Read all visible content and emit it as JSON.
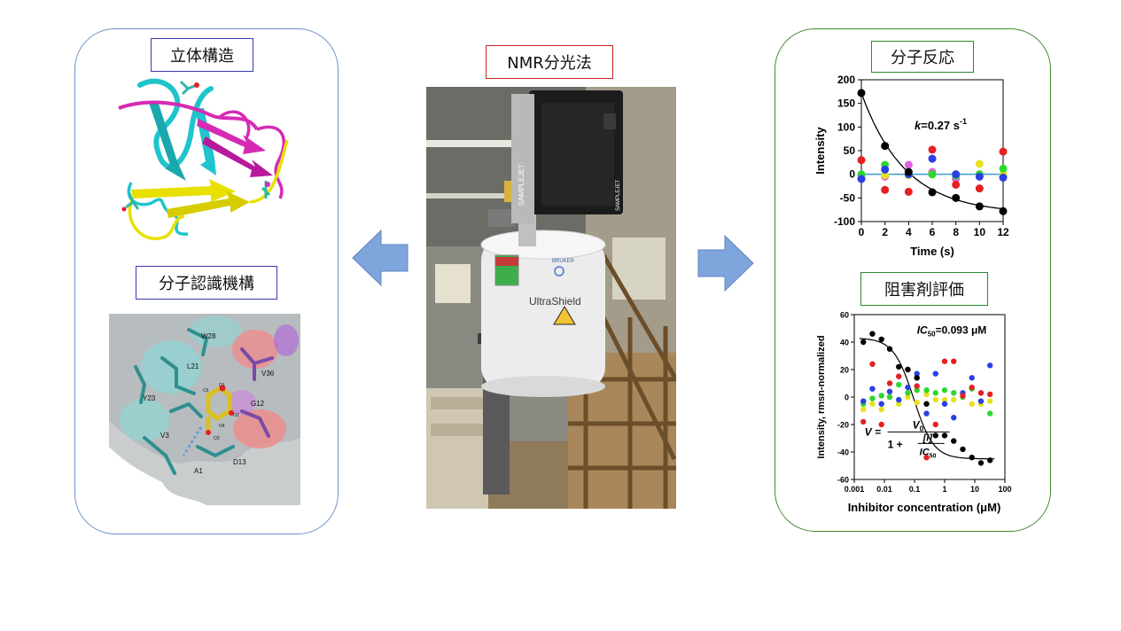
{
  "labels": {
    "structure": "立体構造",
    "recognition": "分子認識機構",
    "nmr": "NMR分光法",
    "reaction": "分子反応",
    "inhibitor": "阻害剤評価"
  },
  "photo_text": {
    "samplejet": "SAMPLEJET",
    "bruker": "BRUKER",
    "ultrashield": "UltraShield"
  },
  "residues": [
    "W28",
    "L21",
    "V36",
    "Y23",
    "G12",
    "V3",
    "D13",
    "A1"
  ],
  "atom_labels": [
    "O1",
    "C6",
    "O2",
    "O4",
    "O3"
  ],
  "colors": {
    "left_border": "#6e93c6",
    "right_border": "#3f8a2e",
    "arrow_fill": "#7ea6dc",
    "cyan": "#1fc4cc",
    "magenta": "#d62ab4",
    "yellow": "#e8e000"
  },
  "chart_data": [
    {
      "type": "scatter",
      "xlabel": "Time (s)",
      "ylabel": "Intensity",
      "annotation": "k=0.27 s",
      "annotation_k": "k",
      "annotation_rest": "=0.27 s",
      "annotation_sup": "-1",
      "xlim": [
        0,
        12
      ],
      "ylim": [
        -100,
        200
      ],
      "xticks": [
        0,
        2,
        4,
        6,
        8,
        10,
        12
      ],
      "yticks": [
        -100,
        -50,
        0,
        50,
        100,
        150,
        200
      ],
      "series": [
        {
          "color": "#000000",
          "x": [
            0,
            2,
            4,
            6,
            8,
            10,
            12
          ],
          "y": [
            172,
            60,
            5,
            -38,
            -50,
            -68,
            -78
          ],
          "fit": true
        },
        {
          "color": "#e52020",
          "x": [
            0,
            2,
            4,
            6,
            8,
            10,
            12
          ],
          "y": [
            30,
            -33,
            -37,
            52,
            -22,
            -30,
            48
          ]
        },
        {
          "color": "#2a3fe6",
          "x": [
            0,
            2,
            4,
            6,
            8,
            10,
            12
          ],
          "y": [
            -10,
            10,
            0,
            33,
            0,
            -5,
            -7
          ]
        },
        {
          "color": "#2fd62f",
          "x": [
            0,
            2,
            4,
            6,
            8,
            10,
            12
          ],
          "y": [
            0,
            20,
            0,
            0,
            -3,
            0,
            12
          ]
        },
        {
          "color": "#e6e020",
          "x": [
            0,
            2,
            4,
            6,
            8,
            10,
            12
          ],
          "y": [
            -5,
            -2,
            -2,
            0,
            0,
            22,
            0
          ]
        },
        {
          "color": "#e060e0",
          "x": [
            0,
            2,
            4,
            6,
            8,
            10,
            12
          ],
          "y": [
            -8,
            -5,
            20,
            5,
            -10,
            0,
            -5
          ]
        }
      ]
    },
    {
      "type": "scatter",
      "xlabel": "Inhibitor concentration (μM)",
      "ylabel": "Intensity, rmsn-normalized",
      "annotation_ic_prefix": "IC",
      "annotation_ic_sub": "50",
      "annotation_ic_rest": "=0.093",
      "annotation_ic_unit": "μM",
      "eq_v": "V =",
      "eq_num": "V",
      "eq_num_sub": "0",
      "eq_den_prefix": "1 +",
      "eq_den_top": "[I]",
      "eq_den_bottom": "IC",
      "eq_den_bottom_sub": "50",
      "xscale": "log",
      "xlim": [
        0.001,
        100
      ],
      "ylim": [
        -60,
        60
      ],
      "xticks": [
        0.001,
        0.01,
        0.1,
        1,
        10,
        100
      ],
      "xticklabels": [
        "0.001",
        "0.01",
        "0.1",
        "1",
        "10",
        "100"
      ],
      "yticks": [
        -60,
        -40,
        -20,
        0,
        20,
        40,
        60
      ],
      "series": [
        {
          "color": "#000000",
          "fit": true,
          "x": [
            0.002,
            0.004,
            0.008,
            0.015,
            0.03,
            0.06,
            0.12,
            0.25,
            0.5,
            1,
            2,
            4,
            8,
            16,
            32
          ],
          "y": [
            40,
            46,
            42,
            35,
            22,
            20,
            14,
            -5,
            -28,
            -28,
            -32,
            -38,
            -44,
            -48,
            -46
          ]
        },
        {
          "color": "#e52020",
          "x": [
            0.002,
            0.004,
            0.008,
            0.015,
            0.03,
            0.06,
            0.12,
            0.25,
            0.5,
            1,
            2,
            4,
            8,
            16,
            32
          ],
          "y": [
            -18,
            24,
            -20,
            10,
            15,
            20,
            8,
            -44,
            -20,
            26,
            26,
            1,
            7,
            3,
            2
          ]
        },
        {
          "color": "#2a3fe6",
          "x": [
            0.002,
            0.004,
            0.008,
            0.015,
            0.03,
            0.06,
            0.12,
            0.25,
            0.5,
            1,
            2,
            4,
            8,
            16,
            32
          ],
          "y": [
            -3,
            6,
            -5,
            4,
            -2,
            7,
            17,
            -12,
            17,
            -5,
            -15,
            3,
            14,
            -3,
            23
          ]
        },
        {
          "color": "#2fd62f",
          "x": [
            0.002,
            0.004,
            0.008,
            0.015,
            0.03,
            0.06,
            0.12,
            0.25,
            0.5,
            1,
            2,
            4,
            8,
            16,
            32
          ],
          "y": [
            -5,
            -1,
            1,
            0,
            9,
            3,
            5,
            5,
            3,
            5,
            3,
            0,
            6,
            3,
            -12
          ]
        },
        {
          "color": "#e6e020",
          "x": [
            0.002,
            0.004,
            0.008,
            0.015,
            0.03,
            0.06,
            0.12,
            0.25,
            0.5,
            1,
            2,
            4,
            8,
            16,
            32
          ],
          "y": [
            -9,
            -5,
            -9,
            0,
            -5,
            0,
            -4,
            2,
            -2,
            -2,
            -2,
            0,
            -5,
            -5,
            -3
          ]
        }
      ]
    }
  ]
}
